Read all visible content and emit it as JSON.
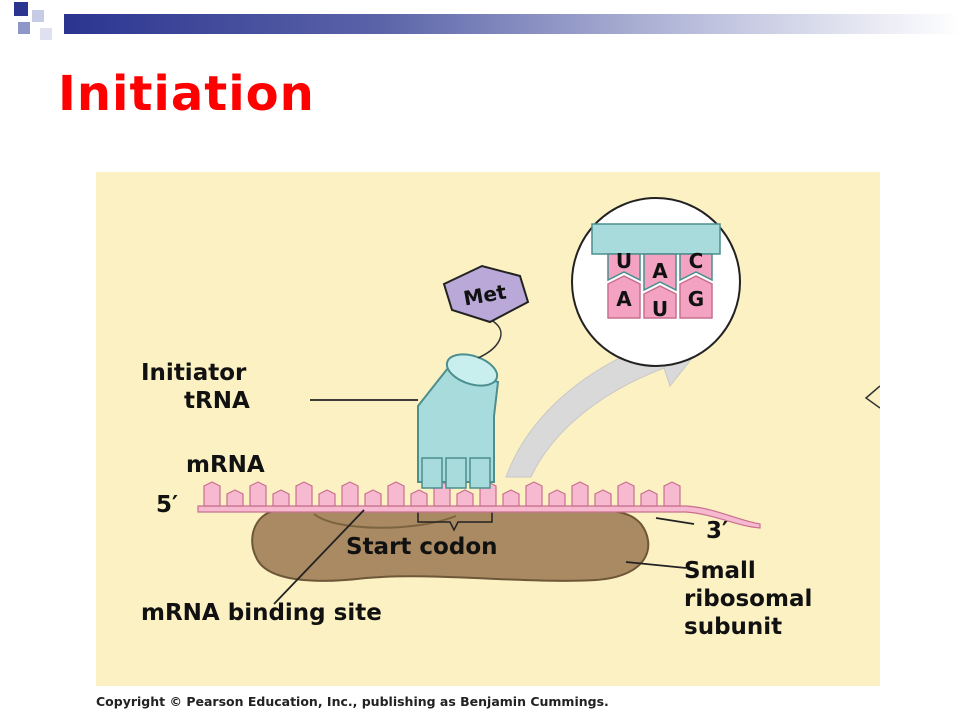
{
  "slide": {
    "title": "Initiation",
    "copyright": "Copyright © Pearson Education, Inc., publishing as Benjamin Cummings."
  },
  "diagram": {
    "met": "Met",
    "initiator_trna": [
      "Initiator",
      "tRNA"
    ],
    "mrna": "mRNA",
    "five_prime": "5′",
    "three_prime": "3′",
    "start_codon": "Start codon",
    "mrna_binding_site": "mRNA binding site",
    "small_ribosomal_subunit": [
      "Small",
      "ribosomal",
      "subunit"
    ],
    "anticodon": [
      "U",
      "A",
      "C"
    ],
    "codon": [
      "A",
      "U",
      "G"
    ]
  },
  "colors": {
    "title": "#ff0000",
    "background": "#fbf1c3",
    "ribosome": "#a98a62",
    "mrna": "#f7b9cf",
    "trna": "#a8dcdc",
    "met": "#b9a8d8"
  }
}
